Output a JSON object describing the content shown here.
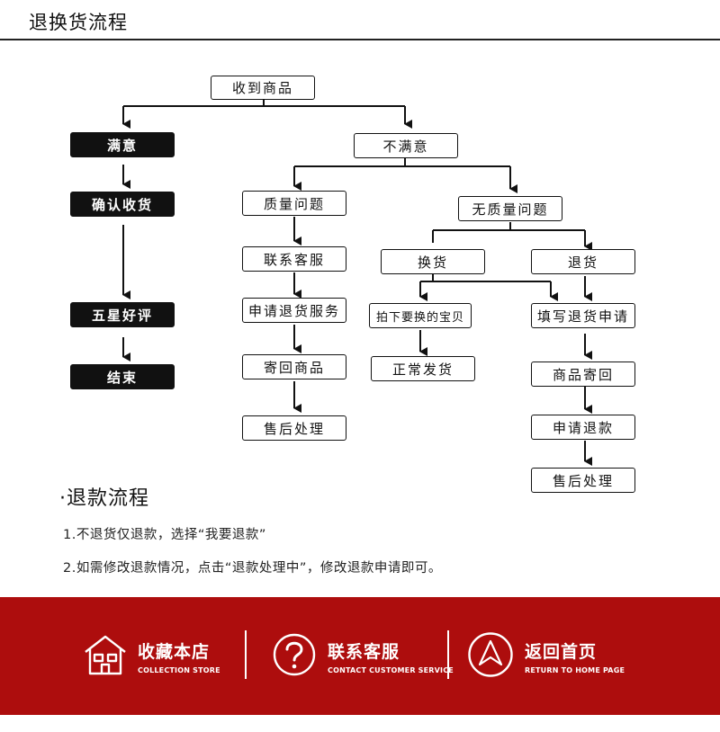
{
  "page_title": "退换货流程",
  "flow": {
    "received": "收到商品",
    "satisfied": "满意",
    "confirm_receipt": "确认收货",
    "five_star": "五星好评",
    "end": "结束",
    "unsatisfied": "不满意",
    "quality_issue": "质量问题",
    "contact_service": "联系客服",
    "apply_return_service": "申请退货服务",
    "send_back_goods": "寄回商品",
    "after_sales_left": "售后处理",
    "no_quality_issue": "无质量问题",
    "exchange": "换货",
    "return_goods": "退货",
    "order_replacement": "拍下要换的宝贝",
    "normal_shipping": "正常发货",
    "fill_return_request": "填写退货申请",
    "goods_send_back": "商品寄回",
    "apply_refund": "申请退款",
    "after_sales_right": "售后处理"
  },
  "refund": {
    "bullet": "·",
    "title": "退款流程",
    "rules": [
      "1.不退货仅退款，选择“我要退款”",
      "2.如需修改退款情况，点击“退款处理中”，修改退款申请即可。"
    ]
  },
  "footer": {
    "background": "#ad0d0d",
    "items": [
      {
        "icon": "house-icon",
        "label": "收藏本店",
        "sub": "COLLECTION STORE"
      },
      {
        "icon": "question-icon",
        "label": "联系客服",
        "sub": "CONTACT CUSTOMER SERVICE"
      },
      {
        "icon": "up-arrow-icon",
        "label": "返回首页",
        "sub": "RETURN TO HOME PAGE"
      }
    ]
  }
}
